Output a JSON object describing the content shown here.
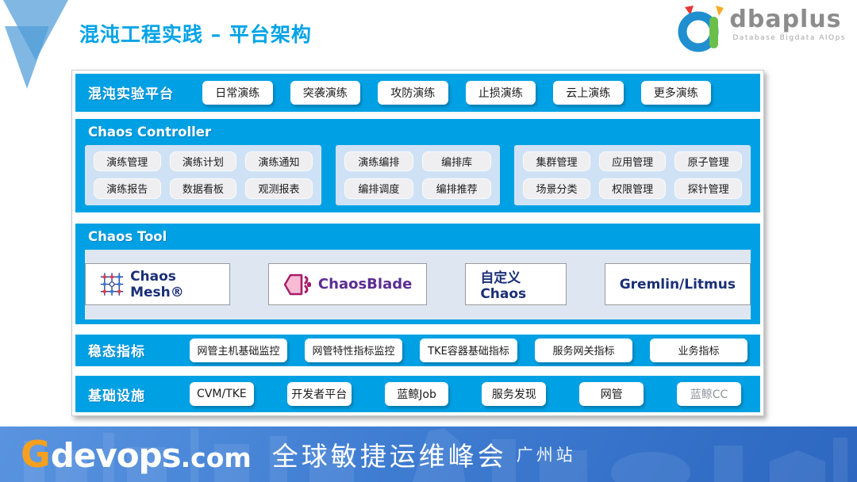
{
  "slide": {
    "title": "混沌工程实践 – 平台架构"
  },
  "logo": {
    "brand": "dbaplus",
    "tagline": "Database  Bigdata  AIOps"
  },
  "platform": {
    "label": "混沌实验平台",
    "buttons": [
      "日常演练",
      "突袭演练",
      "攻防演练",
      "止损演练",
      "云上演练",
      "更多演练"
    ]
  },
  "controller": {
    "title": "Chaos Controller",
    "group1": [
      "演练管理",
      "演练计划",
      "演练通知",
      "演练报告",
      "数据看板",
      "观测报表"
    ],
    "group2": [
      "演练编排",
      "编排库",
      "编排调度",
      "编排推荐"
    ],
    "group3": [
      "集群管理",
      "应用管理",
      "原子管理",
      "场景分类",
      "权限管理",
      "探针管理"
    ]
  },
  "tools": {
    "title": "Chaos Tool",
    "chaos_mesh": "Chaos Mesh®",
    "chaosblade": "ChaosBlade",
    "custom_chaos": "自定义Chaos",
    "gremlin_litmus": "Gremlin/Litmus"
  },
  "metrics": {
    "label": "稳态指标",
    "buttons": [
      "网管主机基础监控",
      "网管特性指标监控",
      "TKE容器基础指标",
      "服务网关指标",
      "业务指标"
    ]
  },
  "infrastructure": {
    "label": "基础设施",
    "buttons": [
      "CVM/TKE",
      "开发者平台",
      "蓝鲸Job",
      "服务发现",
      "网管",
      "蓝鲸CC"
    ]
  },
  "footer": {
    "brand_g": "G",
    "brand_name": "devops",
    "brand_domain": ".com",
    "event": "全球敏捷运维峰会",
    "city": "广州站"
  },
  "colors": {
    "accent_blue": "#00a1e4",
    "title_blue": "#00a3e6",
    "controller_panel_blue": "#cfe2f5",
    "tool_panel_blue": "#dde6f1",
    "footer_blue": "#3f7dd2",
    "brand_orange": "#f7a01d",
    "navy_text": "#1b2f77",
    "chaosblade_purple": "#5c2d91",
    "triangle_blue": "#5da5dc"
  }
}
